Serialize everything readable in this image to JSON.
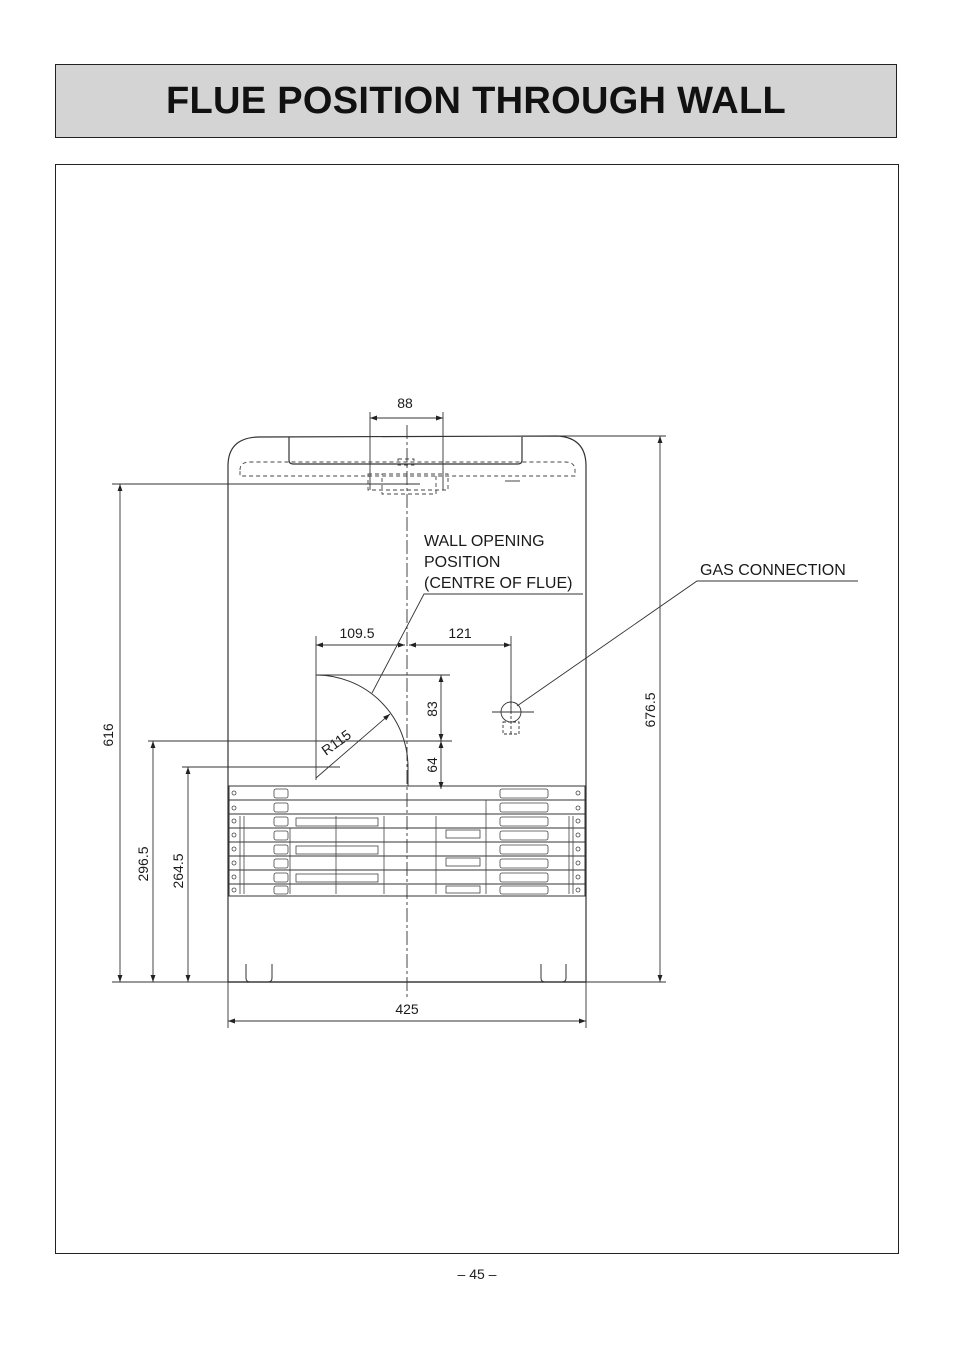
{
  "page": {
    "title": "FLUE POSITION THROUGH WALL",
    "page_number": "– 45 –"
  },
  "labels": {
    "wall_opening_line1": "WALL OPENING",
    "wall_opening_line2": "POSITION",
    "wall_opening_line3": "(CENTRE OF FLUE)",
    "gas_connection": "GAS CONNECTION"
  },
  "dimensions": {
    "flue_width": "88",
    "left_offset": "109.5",
    "right_offset": "121",
    "upper_vertical": "83",
    "lower_vertical": "64",
    "radius": "R115",
    "total_height": "676.5",
    "flue_height": "616",
    "height_a": "296.5",
    "height_b": "264.5",
    "total_width": "425"
  }
}
